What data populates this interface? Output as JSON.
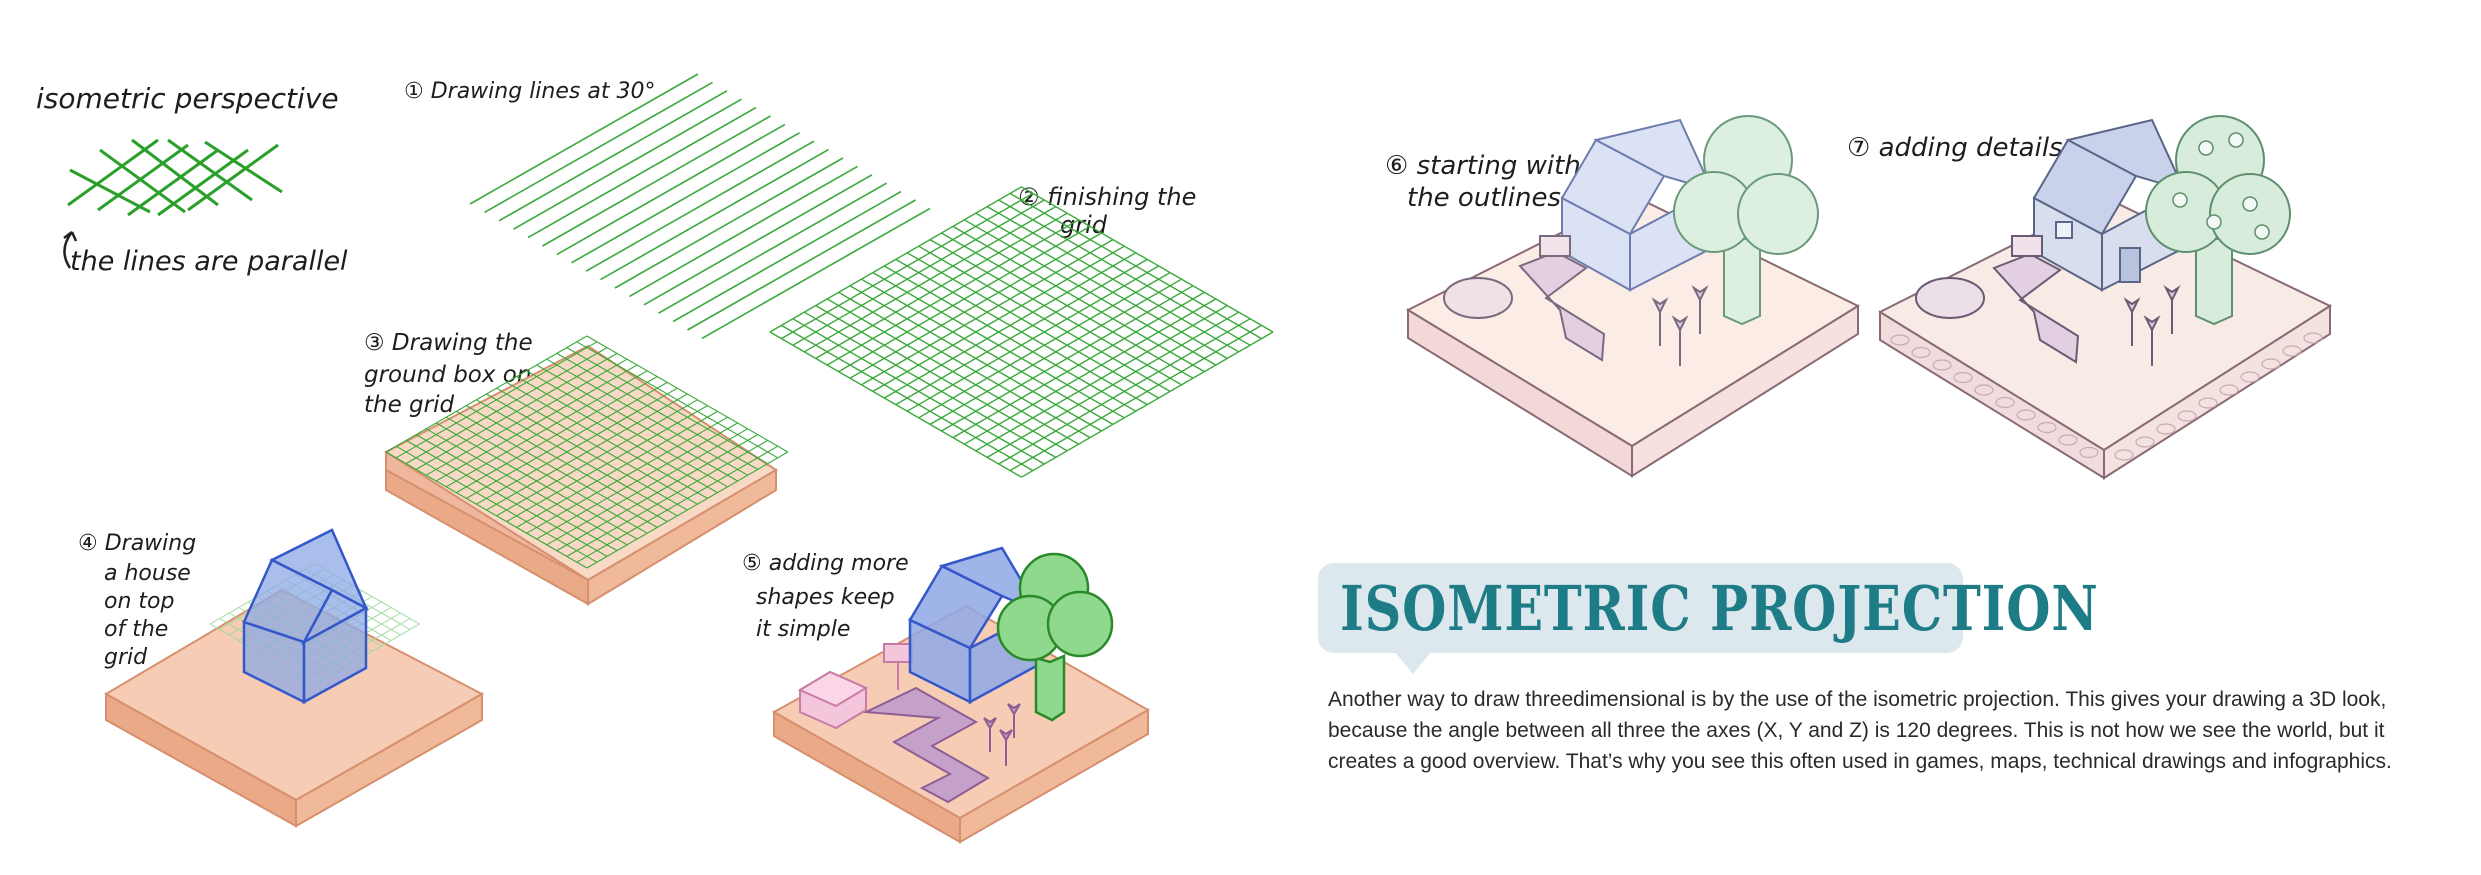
{
  "labels": {
    "iso_heading": "isometric perspective",
    "parallel_note": "the lines are parallel",
    "step1": "① Drawing lines at 30°",
    "step2_line1": "② finishing the",
    "step2_line2": "grid",
    "step3_line1": "③ Drawing the",
    "step3_line2": "ground box on",
    "step3_line3": "the grid",
    "step4_line1": "④ Drawing",
    "step4_line2": "a house",
    "step4_line3": "on top",
    "step4_line4": "of the",
    "step4_line5": "grid",
    "step5_line1": "⑤ adding more",
    "step5_line2": "shapes keep",
    "step5_line3": "it simple",
    "step6_line1": "⑥ starting with",
    "step6_line2": "the outlines",
    "step7": "⑦ adding details"
  },
  "title": "ISOMETRIC PROJECTION",
  "description": "Another way to draw threedimensional is by the use of the isometric projection. This gives your drawing a 3D look, because the angle between all three the axes (X, Y and Z) is 120 degrees. This is not how we see the world, but it creates a good overview. That’s why you see this often used in games, maps, technical drawings and infographics.",
  "colors": {
    "grid_green": "#3aa83a",
    "ground_top": "#f6cdb4",
    "ground_side": "#e9a98a",
    "house_blue": "#8ea8e6",
    "tree_green": "#8fd98f",
    "title_teal": "#1d7c86",
    "title_bg": "#dde7ee"
  }
}
